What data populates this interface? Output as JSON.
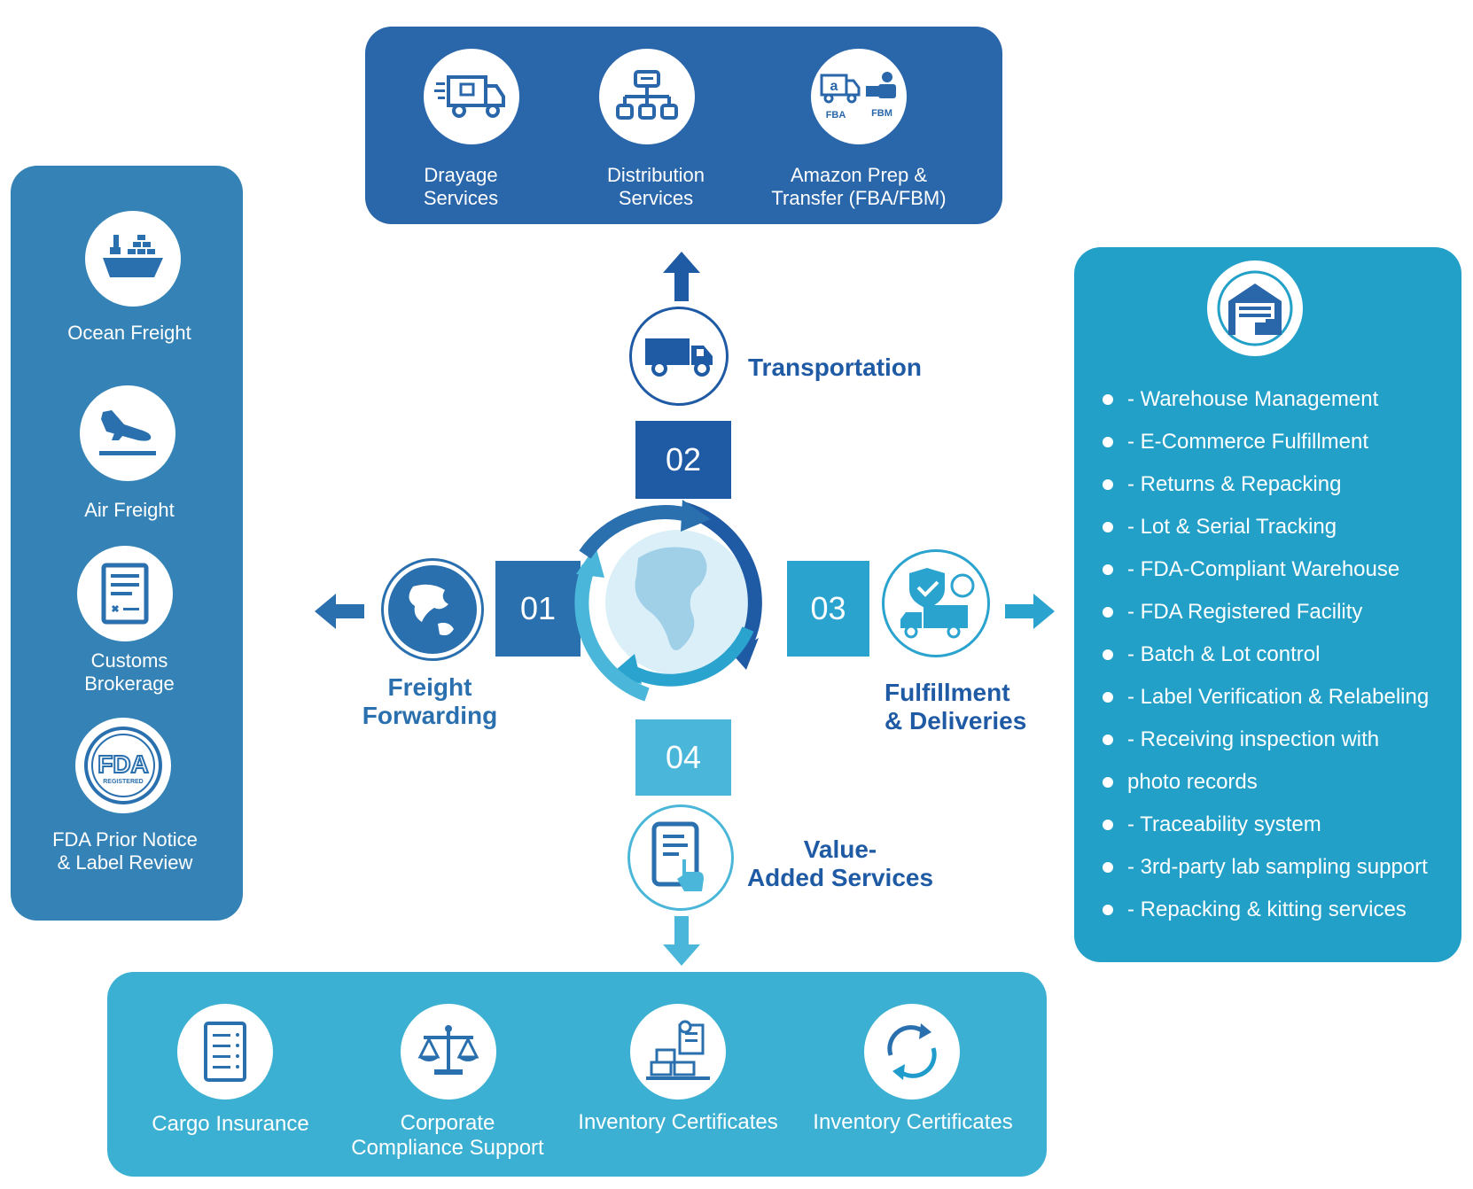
{
  "left_panel": {
    "items": [
      {
        "label": "Ocean Freight",
        "icon": "cargo-ship-icon"
      },
      {
        "label": "Air Freight",
        "icon": "airplane-landing-icon"
      },
      {
        "label": "Customs\nBrokerage",
        "icon": "customs-document-icon"
      },
      {
        "label": "FDA Prior Notice\n& Label Review",
        "icon": "fda-registered-icon",
        "badge_text": "FDA",
        "badge_subtext": "REGISTERED"
      }
    ]
  },
  "top_panel": {
    "items": [
      {
        "label": "Drayage\nServices",
        "icon": "drayage-truck-icon"
      },
      {
        "label": "Distribution\nServices",
        "icon": "distribution-hierarchy-icon"
      },
      {
        "label": "Amazon Prep &\nTransfer (FBA/FBM)",
        "icon": "amazon-fba-fbm-icon",
        "tag_fba": "FBA",
        "tag_fbm": "FBM",
        "amazon_letter": "a"
      }
    ]
  },
  "center": {
    "stages": [
      {
        "number": "01",
        "title": "Freight\nForwarding",
        "icon": "globe-asia-icon"
      },
      {
        "number": "02",
        "title": "Transportation",
        "icon": "truck-icon"
      },
      {
        "number": "03",
        "title": "Fulfillment\n& Deliveries",
        "icon": "shield-truck-icon"
      },
      {
        "number": "04",
        "title": "Value-\nAdded Services",
        "icon": "tablet-hand-icon"
      }
    ],
    "globe_icon": "globe-americas-icon"
  },
  "right_panel": {
    "icon": "warehouse-icon",
    "items": [
      "- Warehouse Management",
      "- E-Commerce Fulfillment",
      "- Returns & Repacking",
      "- Lot & Serial Tracking",
      "- FDA-Compliant Warehouse",
      "- FDA Registered Facility",
      "- Batch & Lot control",
      "- Label Verification & Relabeling",
      "- Receiving inspection with",
      "photo records",
      "- Traceability system",
      "- 3rd-party lab sampling support",
      "- Repacking & kitting services"
    ]
  },
  "bottom_panel": {
    "items": [
      {
        "label": "Cargo Insurance",
        "icon": "checklist-icon"
      },
      {
        "label": "Corporate\nCompliance Support",
        "icon": "scales-icon"
      },
      {
        "label": "Inventory Certificates",
        "icon": "inventory-boxes-icon"
      },
      {
        "label": "Inventory Certificates",
        "icon": "refresh-arrows-icon"
      }
    ]
  },
  "colors": {
    "stage_01": "#2a6fae",
    "stage_02": "#1f5aa5",
    "stage_03": "#2aa3cf",
    "stage_04": "#4ab7da",
    "left_panel": "#3583b6",
    "top_panel": "#2a66aa",
    "right_panel": "#22a0c8",
    "bottom_panel": "#3cb0d2"
  }
}
